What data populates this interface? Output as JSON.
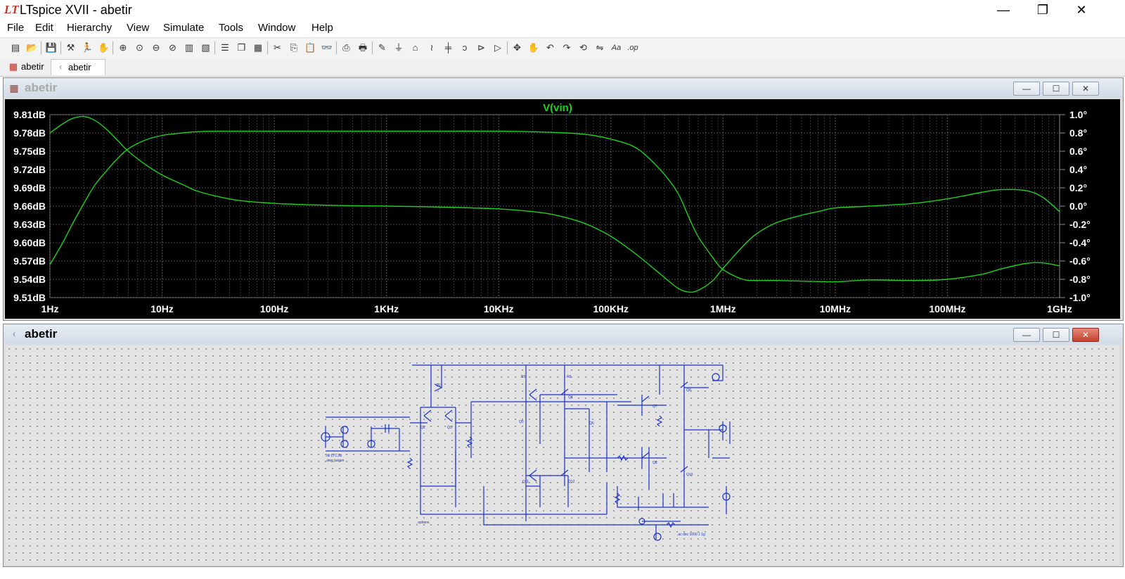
{
  "window": {
    "title": "LTspice XVII - abetir",
    "app_icon": "ltspice-icon",
    "controls": {
      "minimize": "—",
      "maximize": "❐",
      "close": "✕"
    }
  },
  "menu": [
    {
      "label": "File"
    },
    {
      "label": "Edit"
    },
    {
      "label": "Hierarchy"
    },
    {
      "label": "View"
    },
    {
      "label": "Simulate"
    },
    {
      "label": "Tools"
    },
    {
      "label": "Window"
    },
    {
      "label": "Help"
    }
  ],
  "toolbar": [
    "new-schematic-icon",
    "open-icon",
    "save-icon",
    "control-panel-icon",
    "run-icon",
    "halt-icon",
    "zoom-in-icon",
    "zoom-fit-icon",
    "zoom-out-icon",
    "zoom-cancel-icon",
    "autorange-icon",
    "pick-traces-icon",
    "tile-horizontal-icon",
    "cascade-icon",
    "tile-vertical-icon",
    "cut-icon",
    "copy-icon",
    "paste-icon",
    "find-icon",
    "print-setup-icon",
    "print-icon",
    "wire-icon",
    "ground-icon",
    "label-icon",
    "resistor-icon",
    "capacitor-icon",
    "inductor-icon",
    "diode-icon",
    "component-icon",
    "move-icon",
    "drag-icon",
    "undo-icon",
    "redo-icon",
    "rotate-icon",
    "mirror-icon",
    "text-icon",
    "spice-directive-icon"
  ],
  "tabs": [
    {
      "label": "abetir",
      "icon": "waveform-icon"
    },
    {
      "label": "abetir",
      "icon": "schematic-icon",
      "active": true
    }
  ],
  "plot_window": {
    "title": "abetir",
    "controls": {
      "minimize": "—",
      "maximize": "☐",
      "close": "✕"
    }
  },
  "schematic_window": {
    "title": "abetir",
    "controls": {
      "minimize": "—",
      "maximize": "☐",
      "close": "✕"
    }
  },
  "colors": {
    "trace": "#1bd11b",
    "plot_bg": "#000000",
    "grid": "#5a5a5a",
    "axis_text": "#ffffff",
    "wire": "#1c32c8"
  },
  "chart_data": {
    "type": "line",
    "title": "V(vin)",
    "xscale": "log",
    "xlim": [
      1,
      1000000000
    ],
    "x_ticks": [
      {
        "v": 1,
        "label": "1Hz"
      },
      {
        "v": 10,
        "label": "10Hz"
      },
      {
        "v": 100,
        "label": "100Hz"
      },
      {
        "v": 1000,
        "label": "1KHz"
      },
      {
        "v": 10000,
        "label": "10KHz"
      },
      {
        "v": 100000,
        "label": "100KHz"
      },
      {
        "v": 1000000,
        "label": "1MHz"
      },
      {
        "v": 10000000,
        "label": "10MHz"
      },
      {
        "v": 100000000,
        "label": "100MHz"
      },
      {
        "v": 1000000000,
        "label": "1GHz"
      }
    ],
    "ylim_left": [
      9.51,
      9.81
    ],
    "y_ticks_left": [
      "9.81dB",
      "9.78dB",
      "9.75dB",
      "9.72dB",
      "9.69dB",
      "9.66dB",
      "9.63dB",
      "9.60dB",
      "9.57dB",
      "9.54dB",
      "9.51dB"
    ],
    "ylim_right": [
      -1.0,
      1.0
    ],
    "y_ticks_right": [
      "1.0°",
      "0.8°",
      "0.6°",
      "0.4°",
      "0.2°",
      "0.0°",
      "-0.2°",
      "-0.4°",
      "-0.6°",
      "-0.8°",
      "-1.0°"
    ],
    "grid": true,
    "series": [
      {
        "name": "",
        "axis": "left",
        "x": [
          1,
          1.3,
          1.6,
          2,
          2.5,
          3.2,
          4,
          5,
          7,
          10,
          15,
          20,
          30,
          50,
          100,
          200,
          500,
          1000,
          3000,
          10000,
          20000,
          30000,
          50000,
          70000,
          100000,
          150000,
          200000,
          300000,
          400000,
          500000,
          600000,
          800000,
          1000000,
          1500000,
          2000000,
          3000000,
          5000000,
          10000000,
          20000000,
          50000000,
          100000000,
          200000000,
          300000000,
          500000000,
          700000000,
          1000000000
        ],
        "y": [
          9.564,
          9.6,
          9.632,
          9.664,
          9.694,
          9.718,
          9.738,
          9.754,
          9.768,
          9.776,
          9.78,
          9.782,
          9.783,
          9.783,
          9.783,
          9.783,
          9.783,
          9.783,
          9.783,
          9.783,
          9.782,
          9.781,
          9.779,
          9.776,
          9.77,
          9.76,
          9.745,
          9.712,
          9.68,
          9.64,
          9.61,
          9.577,
          9.556,
          9.54,
          9.538,
          9.538,
          9.537,
          9.536,
          9.539,
          9.538,
          9.54,
          9.548,
          9.557,
          9.566,
          9.567,
          9.562
        ]
      },
      {
        "name": "",
        "axis": "right",
        "x": [
          1,
          1.3,
          1.6,
          2,
          2.5,
          3.2,
          4,
          5,
          7,
          10,
          15,
          20,
          30,
          50,
          100,
          200,
          500,
          1000,
          3000,
          10000,
          20000,
          30000,
          50000,
          70000,
          100000,
          150000,
          200000,
          300000,
          400000,
          500000,
          600000,
          800000,
          1000000,
          1500000,
          2000000,
          3000000,
          5000000,
          7000000,
          10000000,
          20000000,
          50000000,
          100000000,
          200000000,
          300000000,
          500000000,
          700000000,
          1000000000
        ],
        "y": [
          0.8,
          0.9,
          0.96,
          0.98,
          0.94,
          0.84,
          0.72,
          0.6,
          0.46,
          0.34,
          0.24,
          0.17,
          0.11,
          0.06,
          0.03,
          0.015,
          0.005,
          0.0,
          -0.01,
          -0.03,
          -0.06,
          -0.09,
          -0.16,
          -0.23,
          -0.33,
          -0.48,
          -0.6,
          -0.78,
          -0.9,
          -0.94,
          -0.92,
          -0.82,
          -0.68,
          -0.44,
          -0.3,
          -0.18,
          -0.1,
          -0.06,
          -0.02,
          0.0,
          0.03,
          0.08,
          0.15,
          0.18,
          0.17,
          0.1,
          -0.06
        ]
      }
    ]
  },
  "schematic": {
    "directives": [
      ".lib LTC.lib",
      ".step param",
      ".options",
      ".ac dec 1000 1 1g"
    ]
  }
}
